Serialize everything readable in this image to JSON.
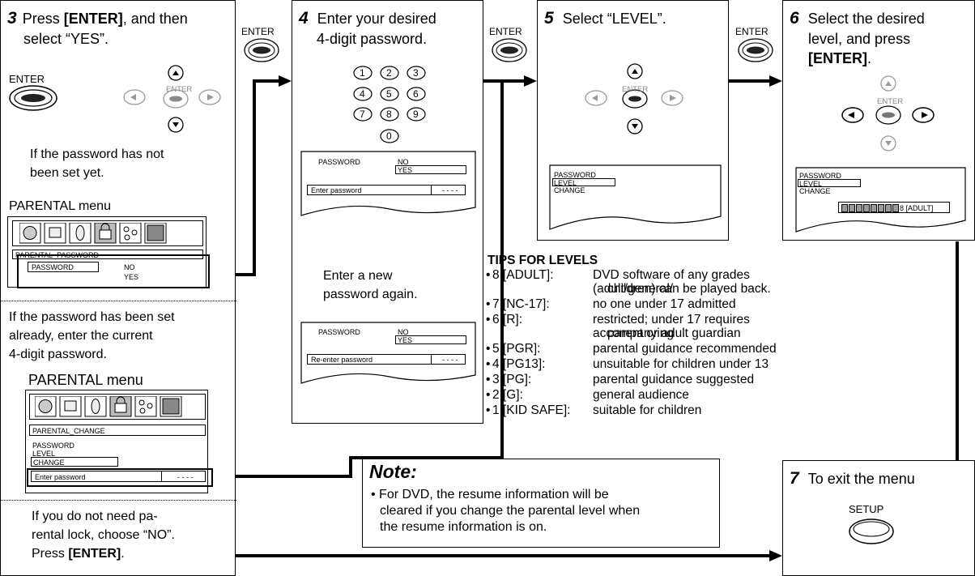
{
  "step3": {
    "number": "3",
    "text_pre": "Press ",
    "enter_bold": "[ENTER]",
    "text_post": ", and then",
    "line2": "select “YES”.",
    "enter_label": "ENTER",
    "pad_label": "ENTER",
    "not_set_1": "If the password has not",
    "not_set_2": "been set yet.",
    "menu_title_1": "PARENTAL menu",
    "menu1_header": "PARENTAL_PASSWORD",
    "menu1_item": "PASSWORD",
    "menu1_no": "NO",
    "menu1_yes": "YES",
    "set_1": "If the password has been set",
    "set_2": "already, enter the current",
    "set_3": "4-digit password.",
    "menu_title_2": "PARENTAL menu",
    "menu2_header": "PARENTAL_CHANGE",
    "menu2_items": [
      "PASSWORD",
      "LEVEL",
      "CHANGE"
    ],
    "menu2_enter": "Enter password",
    "menu2_dashes": "- - - -",
    "no_need_1": "If you do not need pa-",
    "no_need_2": "rental lock, choose “NO”.",
    "no_need_3_pre": "Press ",
    "no_need_3_bold": "[ENTER]",
    "no_need_3_post": "."
  },
  "between_enter_label": "ENTER",
  "step4": {
    "number": "4",
    "line1": "Enter your desired",
    "line2": "4-digit password.",
    "keys": [
      "1",
      "2",
      "3",
      "4",
      "5",
      "6",
      "7",
      "8",
      "9",
      "0"
    ],
    "screen1_password": "PASSWORD",
    "screen1_no": "NO",
    "screen1_yes": "YES",
    "screen1_enter": "Enter password",
    "screen1_dashes": "- - - -",
    "again_1": "Enter a new",
    "again_2": "password again.",
    "screen2_password": "PASSWORD",
    "screen2_no": "NO",
    "screen2_yes": "YES",
    "screen2_enter": "Re-enter password",
    "screen2_dashes": "- - - -"
  },
  "step5": {
    "number": "5",
    "text": "Select “LEVEL”.",
    "pad_label": "ENTER",
    "screen_items": [
      "PASSWORD",
      "LEVEL",
      "CHANGE"
    ]
  },
  "step6": {
    "number": "6",
    "line1": "Select the desired",
    "line2": "level, and press",
    "line3_bold": "[ENTER]",
    "line3_post": ".",
    "pad_label": "ENTER",
    "screen_items": [
      "PASSWORD",
      "LEVEL",
      "CHANGE"
    ],
    "level_label": "8 [ADULT]",
    "level_value": 8,
    "level_max": 8
  },
  "tips": {
    "title": "TIPS FOR LEVELS",
    "rows": [
      {
        "key": "8 [ADULT]:",
        "val": "DVD software of any grades (adult/general/",
        "val2": "children) can be played back."
      },
      {
        "key": "7 [NC-17]:",
        "val": "no one under 17 admitted",
        "val2": ""
      },
      {
        "key": "6 [R]:",
        "val": "restricted; under 17 requires accompanying",
        "val2": "parent or adult guardian"
      },
      {
        "key": "5 [PGR]:",
        "val": "parental guidance recommended",
        "val2": ""
      },
      {
        "key": "4 [PG13]:",
        "val": "unsuitable for children under 13",
        "val2": ""
      },
      {
        "key": "3 [PG]:",
        "val": "parental guidance suggested",
        "val2": ""
      },
      {
        "key": "2 [G]:",
        "val": "general audience",
        "val2": ""
      },
      {
        "key": "1 [KID SAFE]:",
        "val": "suitable for children",
        "val2": ""
      }
    ]
  },
  "note": {
    "title": "Note:",
    "line1": "• For DVD, the resume information will be",
    "line2": "cleared if you change the parental level when",
    "line3": "the resume information is on."
  },
  "step7": {
    "number": "7",
    "text": "To exit the menu",
    "setup_label": "SETUP"
  }
}
